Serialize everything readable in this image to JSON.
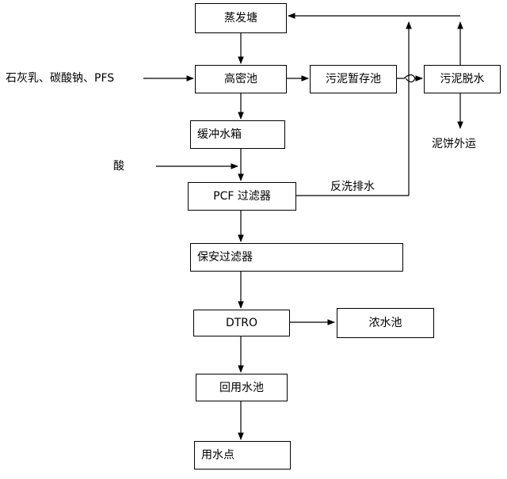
{
  "nodes": {
    "evaporation_pond": "蒸发塘",
    "high_density_tank": "高密池",
    "sludge_storage": "污泥暂存池",
    "sludge_dewatering": "污泥脱水",
    "buffer_tank": "缓冲水箱",
    "pcf_filter": "PCF 过滤器",
    "security_filter": "保安过滤器",
    "dtro": "DTRO",
    "concentrate_tank": "浓水池",
    "reuse_tank": "回用水池",
    "water_point": "用水点"
  },
  "labels": {
    "chemicals": "石灰乳、碳酸钠、PFS",
    "acid": "酸",
    "backwash": "反洗排水",
    "cake_out": "泥饼外运"
  }
}
